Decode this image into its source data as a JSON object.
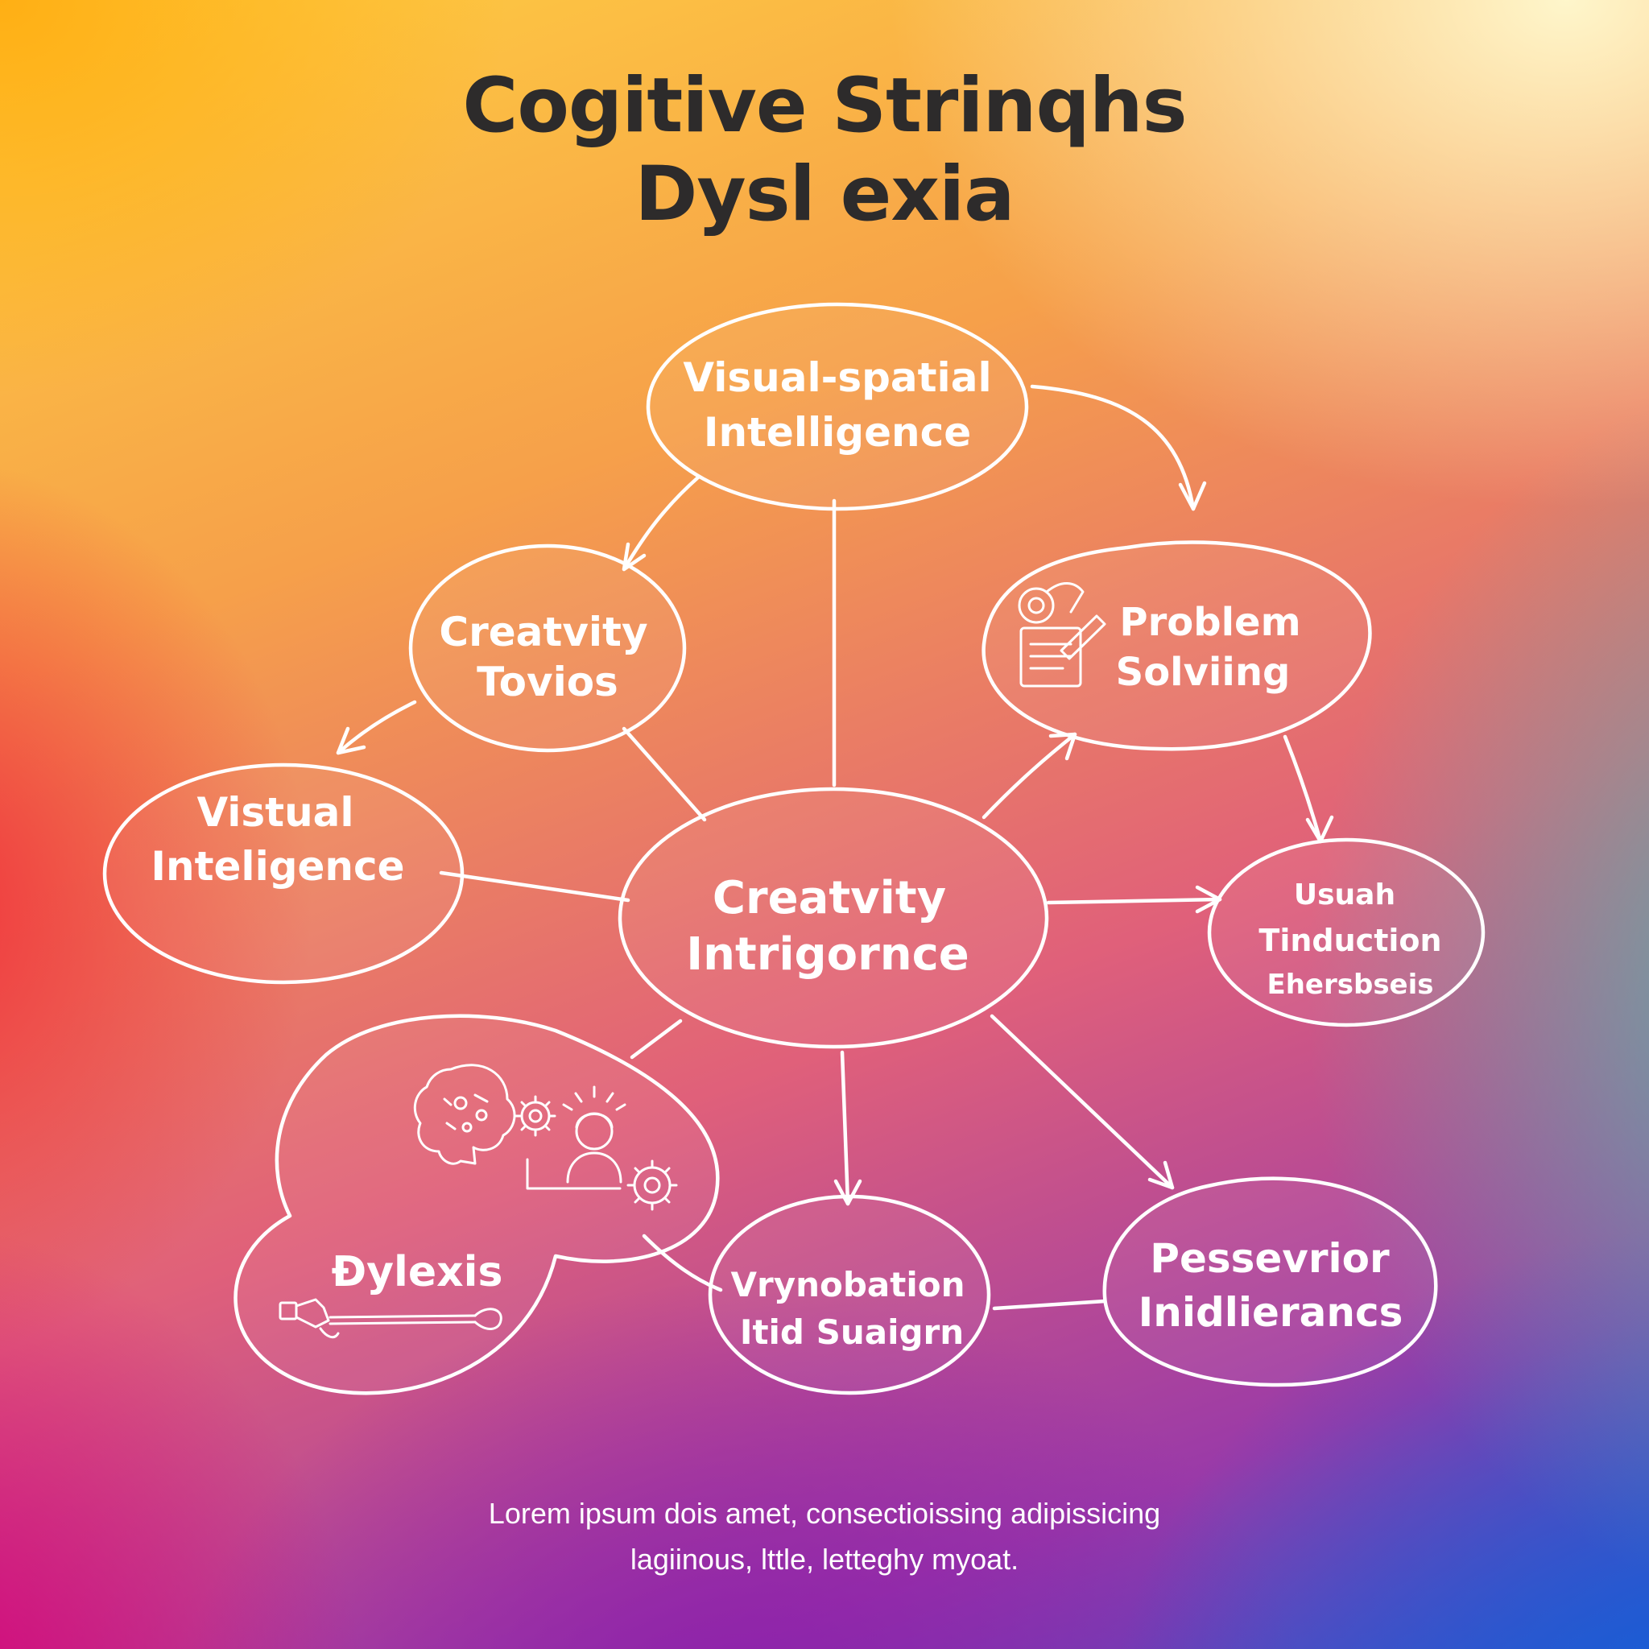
{
  "title": {
    "line1": "Cogitive Strinqhs",
    "line2": "Dysl exia"
  },
  "nodes": {
    "visual_spatial": {
      "line1": "Visual-spatial",
      "line2": "Intelligence"
    },
    "creativity_tovios": {
      "line1": "Creatvity",
      "line2": "Tovios"
    },
    "visual_intelligence": {
      "line1": "Vistual",
      "line2": "Inteligence"
    },
    "center": {
      "line1": "Creatvity",
      "line2": "Intrigornce"
    },
    "problem_solving": {
      "line1": "Problem",
      "line2": "Solviing"
    },
    "usuah": {
      "line1": "Usuah",
      "line2": "Tinduction",
      "line3": "Ehersbseis"
    },
    "dyslexia": {
      "line1": "Đylexis"
    },
    "vrynobation": {
      "line1": "Vrynobation",
      "line2": "Itid Suaigrn"
    },
    "pessevrior": {
      "line1": "Pessevrior",
      "line2": "Inidlierancs"
    }
  },
  "icons": [
    "brain-icon",
    "gear-icon",
    "person-lightbulb-icon",
    "gear-icon",
    "pencil-notepad-icon",
    "hand-pointer-icon"
  ],
  "footer": {
    "line1": "Lorem ipsum dois amet, consectioissing adipissicing",
    "line2": "lagiinous, lttle, letteghy myoat."
  },
  "colors": {
    "title": "#2d2b2b",
    "stroke": "#ffffff",
    "text": "#ffffff"
  }
}
